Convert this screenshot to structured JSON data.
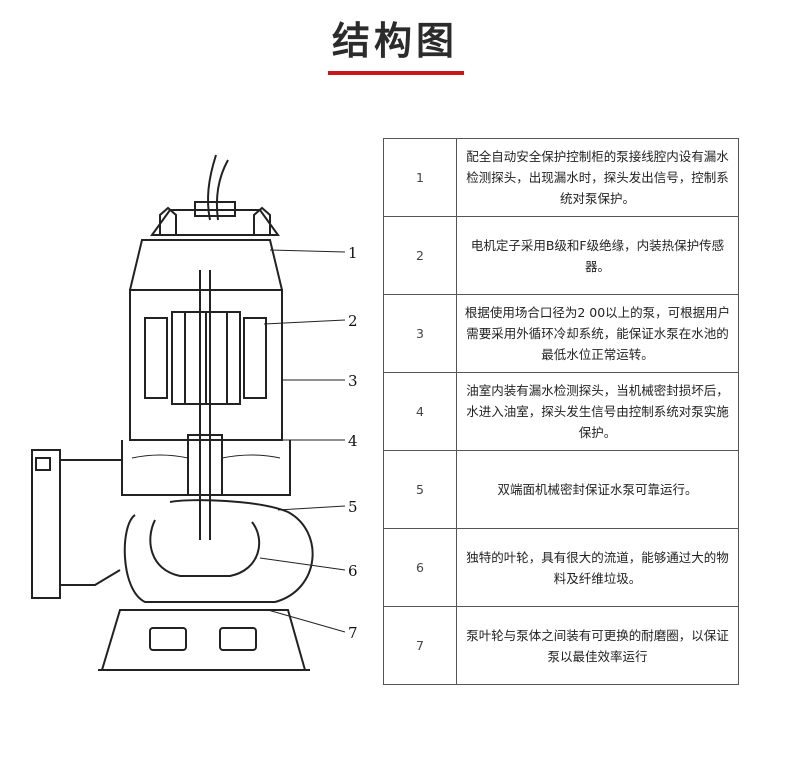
{
  "title": "结构图",
  "accent_color": "#c8161d",
  "diagram": {
    "callouts": [
      "1",
      "2",
      "3",
      "4",
      "5",
      "6",
      "7"
    ]
  },
  "features": [
    {
      "num": "1",
      "text": "配全自动安全保护控制柜的泵接线腔内设有漏水检测探头，出现漏水时，探头发出信号，控制系统对泵保护。"
    },
    {
      "num": "2",
      "text": "电机定子采用B级和F级绝缘，内装热保护传感器。"
    },
    {
      "num": "3",
      "text": "根据使用场合口径为2 00以上的泵，可根据用户需要采用外循环冷却系统，能保证水泵在水池的最低水位正常运转。"
    },
    {
      "num": "4",
      "text": "油室内装有漏水检测探头，当机械密封损坏后，水进入油室，探头发生信号由控制系统对泵实施保护。"
    },
    {
      "num": "5",
      "text": "双端面机械密封保证水泵可靠运行。"
    },
    {
      "num": "6",
      "text": "独特的叶轮，具有很大的流道，能够通过大的物料及纤维垃圾。"
    },
    {
      "num": "7",
      "text": "泵叶轮与泵体之间装有可更换的耐磨圈，以保证泵以最佳效率运行"
    }
  ]
}
